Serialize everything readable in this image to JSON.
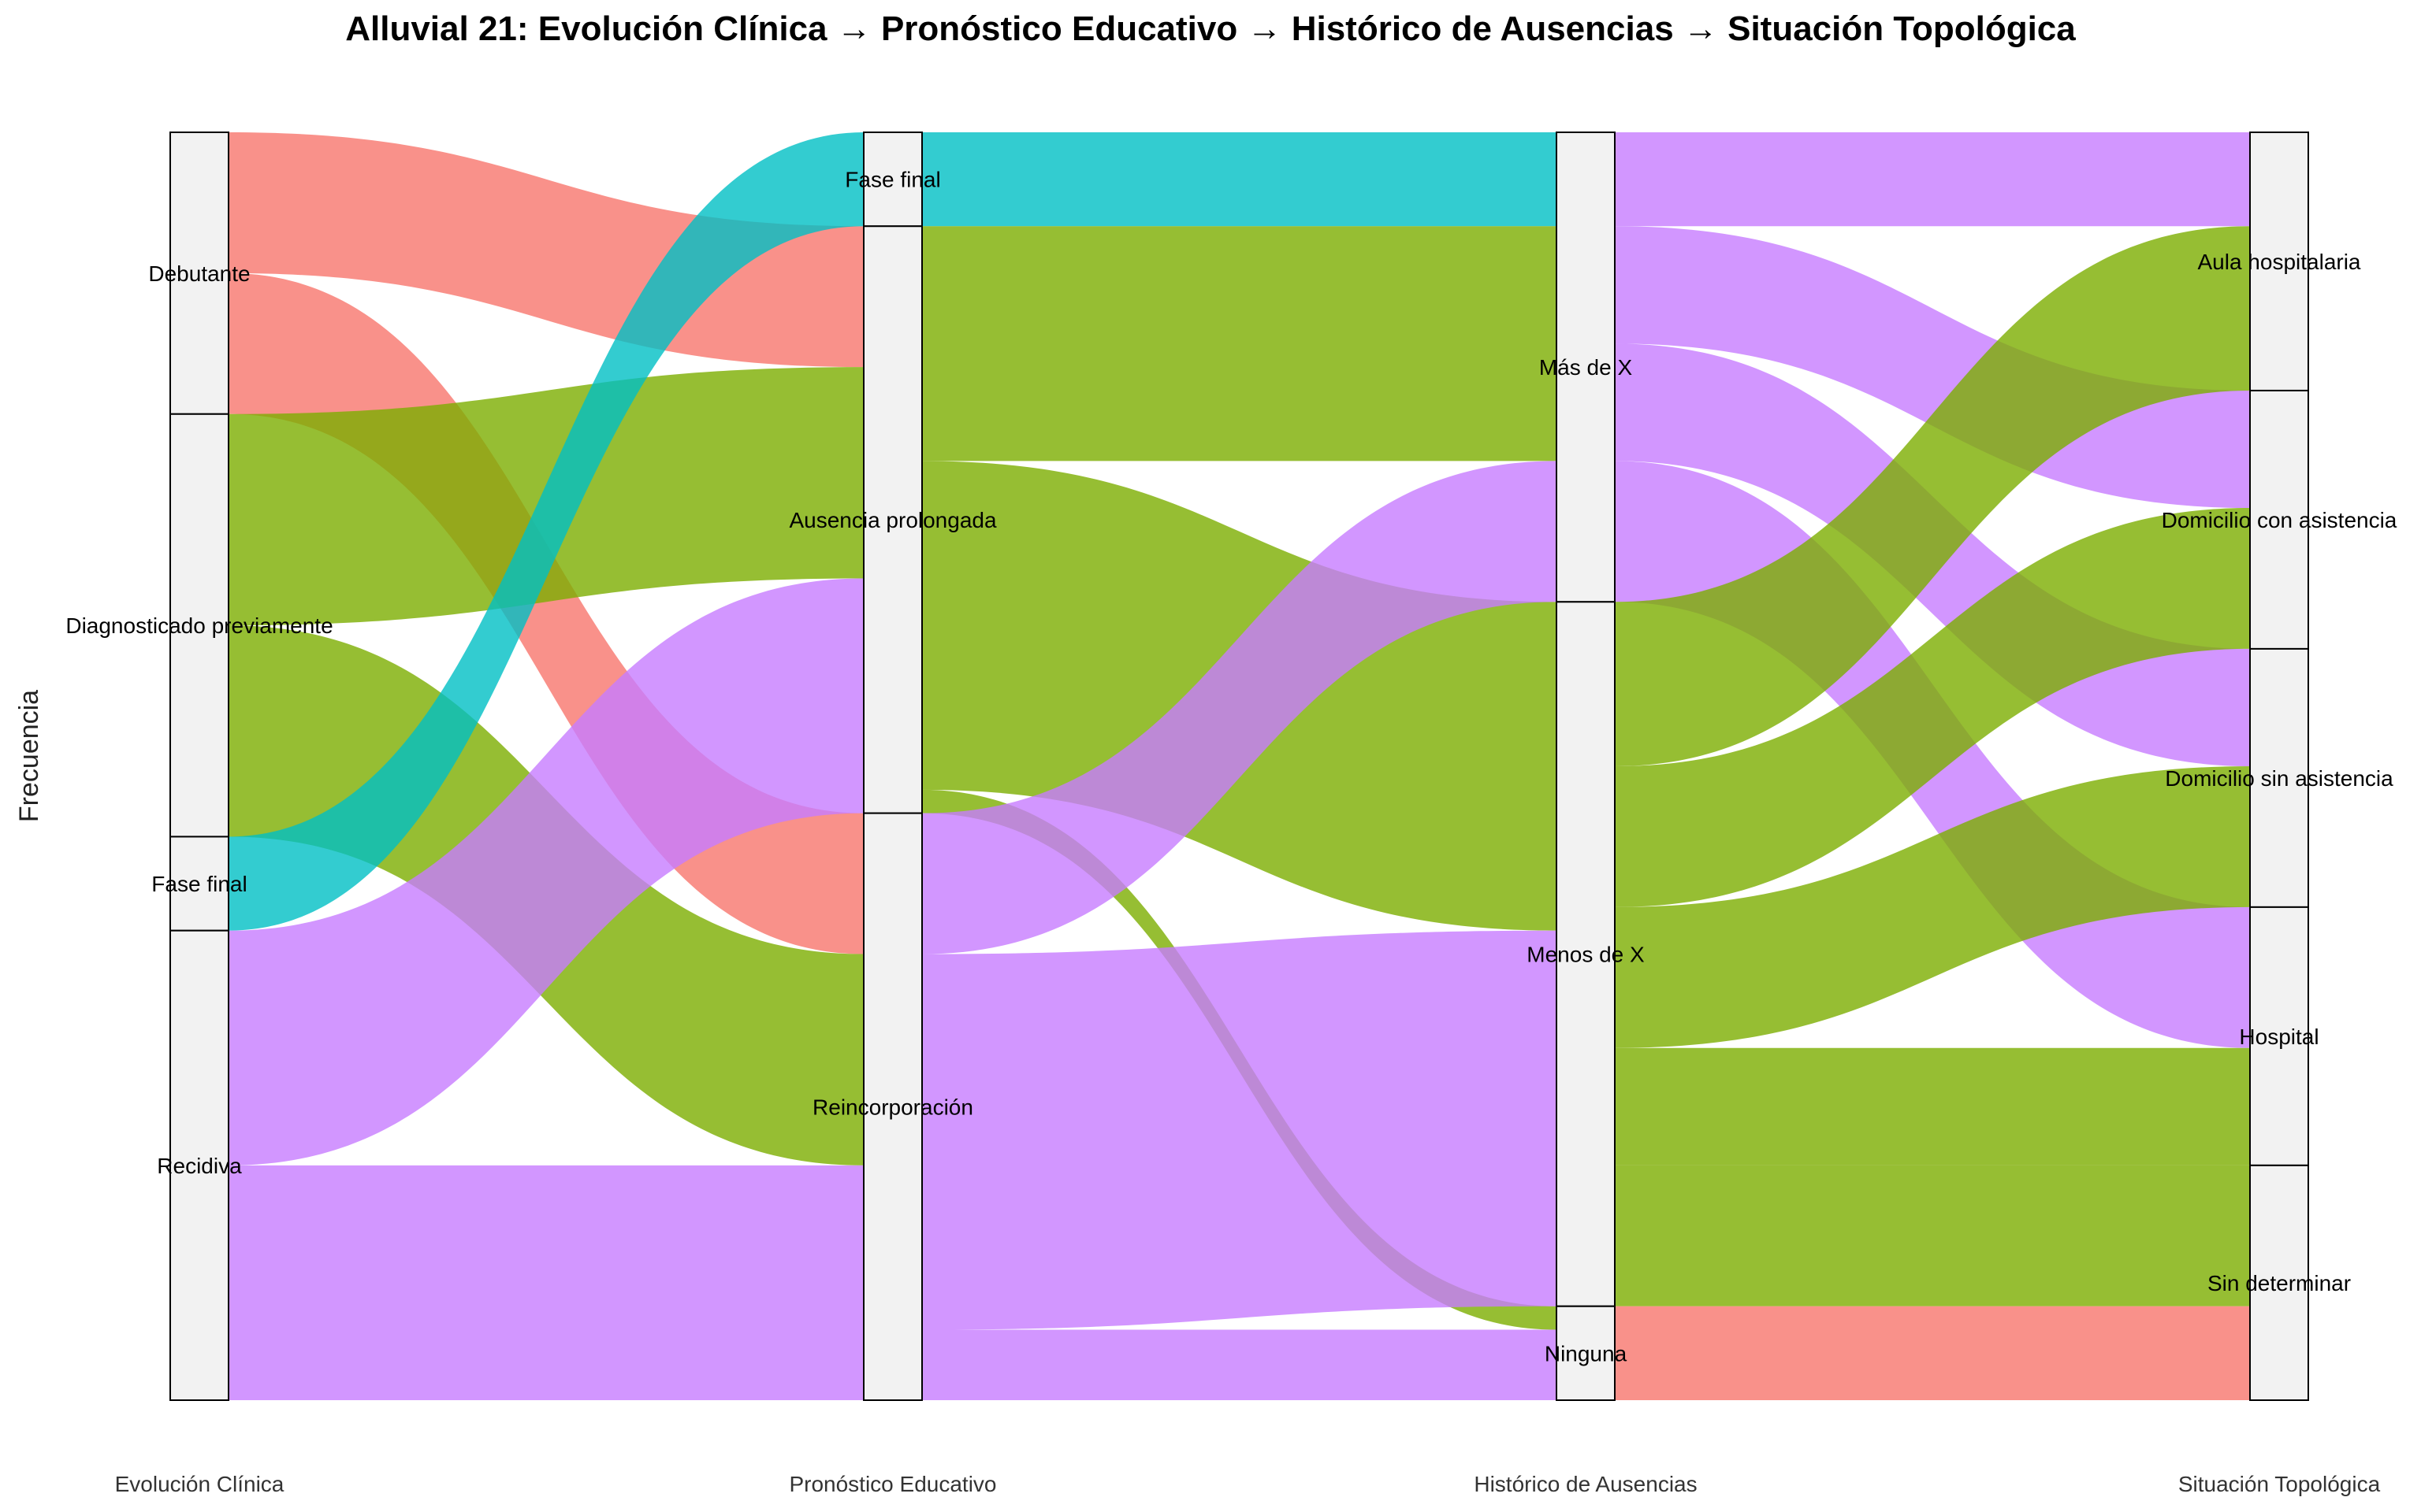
{
  "chart_data": {
    "type": "alluvial",
    "title": "Alluvial 21: Evolución Clínica → Pronóstico Educativo → Histórico de Ausencias → Situación Topológica",
    "ylabel": "Frecuencia",
    "axes": [
      "Evolución Clínica",
      "Pronóstico Educativo",
      "Histórico de Ausencias",
      "Situación Topológica"
    ],
    "strata": [
      [
        "Debutante",
        "Diagnosticado previamente",
        "Fase final",
        "Recidiva"
      ],
      [
        "Fase final",
        "Ausencia prolongada",
        "Reincorporación"
      ],
      [
        "Más de X",
        "Menos de X",
        "Ninguna"
      ],
      [
        "Aula hospitalaria",
        "Domicilio con asistencia",
        "Domicilio sin asistencia",
        "Hospital",
        "Sin determinar"
      ]
    ],
    "fill_by": "Evolución Clínica",
    "colors": {
      "Debutante": "#F8766D",
      "Diagnosticado previamente": "#7CAE00",
      "Fase final": "#00BFC4",
      "Recidiva": "#C77CFF"
    },
    "flows": [
      {
        "path": [
          "Debutante",
          "Ausencia prolongada"
        ],
        "value": 6
      },
      {
        "path": [
          "Debutante",
          "Reincorporación"
        ],
        "value": 6
      },
      {
        "path": [
          "Diagnosticado previamente",
          "Ausencia prolongada"
        ],
        "value": 9
      },
      {
        "path": [
          "Diagnosticado previamente",
          "Reincorporación"
        ],
        "value": 9
      },
      {
        "path": [
          "Fase final",
          "Fase final"
        ],
        "value": 4
      },
      {
        "path": [
          "Recidiva",
          "Ausencia prolongada"
        ],
        "value": 10
      },
      {
        "path": [
          "Recidiva",
          "Reincorporación"
        ],
        "value": 10
      },
      {
        "path": [
          "Fase final",
          "Más de X"
        ],
        "value": 4
      },
      {
        "path": [
          "Ausencia prolongada",
          "Más de X"
        ],
        "value": 10
      },
      {
        "path": [
          "Ausencia prolongada",
          "Menos de X"
        ],
        "value": 14
      },
      {
        "path": [
          "Ausencia prolongada",
          "Ninguna"
        ],
        "value": 1
      },
      {
        "path": [
          "Reincorporación",
          "Más de X"
        ],
        "value": 6
      },
      {
        "path": [
          "Reincorporación",
          "Menos de X"
        ],
        "value": 16
      },
      {
        "path": [
          "Reincorporación",
          "Ninguna"
        ],
        "value": 3
      },
      {
        "path": [
          "Más de X",
          "Aula hospitalaria"
        ],
        "value": 4
      },
      {
        "path": [
          "Más de X",
          "Domicilio con asistencia"
        ],
        "value": 5
      },
      {
        "path": [
          "Más de X",
          "Domicilio sin asistencia"
        ],
        "value": 5
      },
      {
        "path": [
          "Más de X",
          "Hospital"
        ],
        "value": 6
      },
      {
        "path": [
          "Menos de X",
          "Aula hospitalaria"
        ],
        "value": 7
      },
      {
        "path": [
          "Menos de X",
          "Domicilio con asistencia"
        ],
        "value": 6
      },
      {
        "path": [
          "Menos de X",
          "Domicilio sin asistencia"
        ],
        "value": 6
      },
      {
        "path": [
          "Menos de X",
          "Hospital"
        ],
        "value": 5
      },
      {
        "path": [
          "Menos de X",
          "Sin determinar"
        ],
        "value": 6
      },
      {
        "path": [
          "Ninguna",
          "Sin determinar"
        ],
        "value": 4
      }
    ],
    "stratum_totals": {
      "Evolución Clínica": {
        "Debutante": 12,
        "Diagnosticado previamente": 18,
        "Fase final": 4,
        "Recidiva": 20
      },
      "Pronóstico Educativo": {
        "Fase final": 4,
        "Ausencia prolongada": 25,
        "Reincorporación": 25
      },
      "Histórico de Ausencias": {
        "Más de X": 20,
        "Menos de X": 30,
        "Ninguna": 4
      },
      "Situación Topológica": {
        "Aula hospitalaria": 11,
        "Domicilio con asistencia": 11,
        "Domicilio sin asistencia": 11,
        "Hospital": 11,
        "Sin determinar": 10
      }
    },
    "ylim": [
      0,
      54
    ],
    "legend": "none",
    "grid": false
  }
}
